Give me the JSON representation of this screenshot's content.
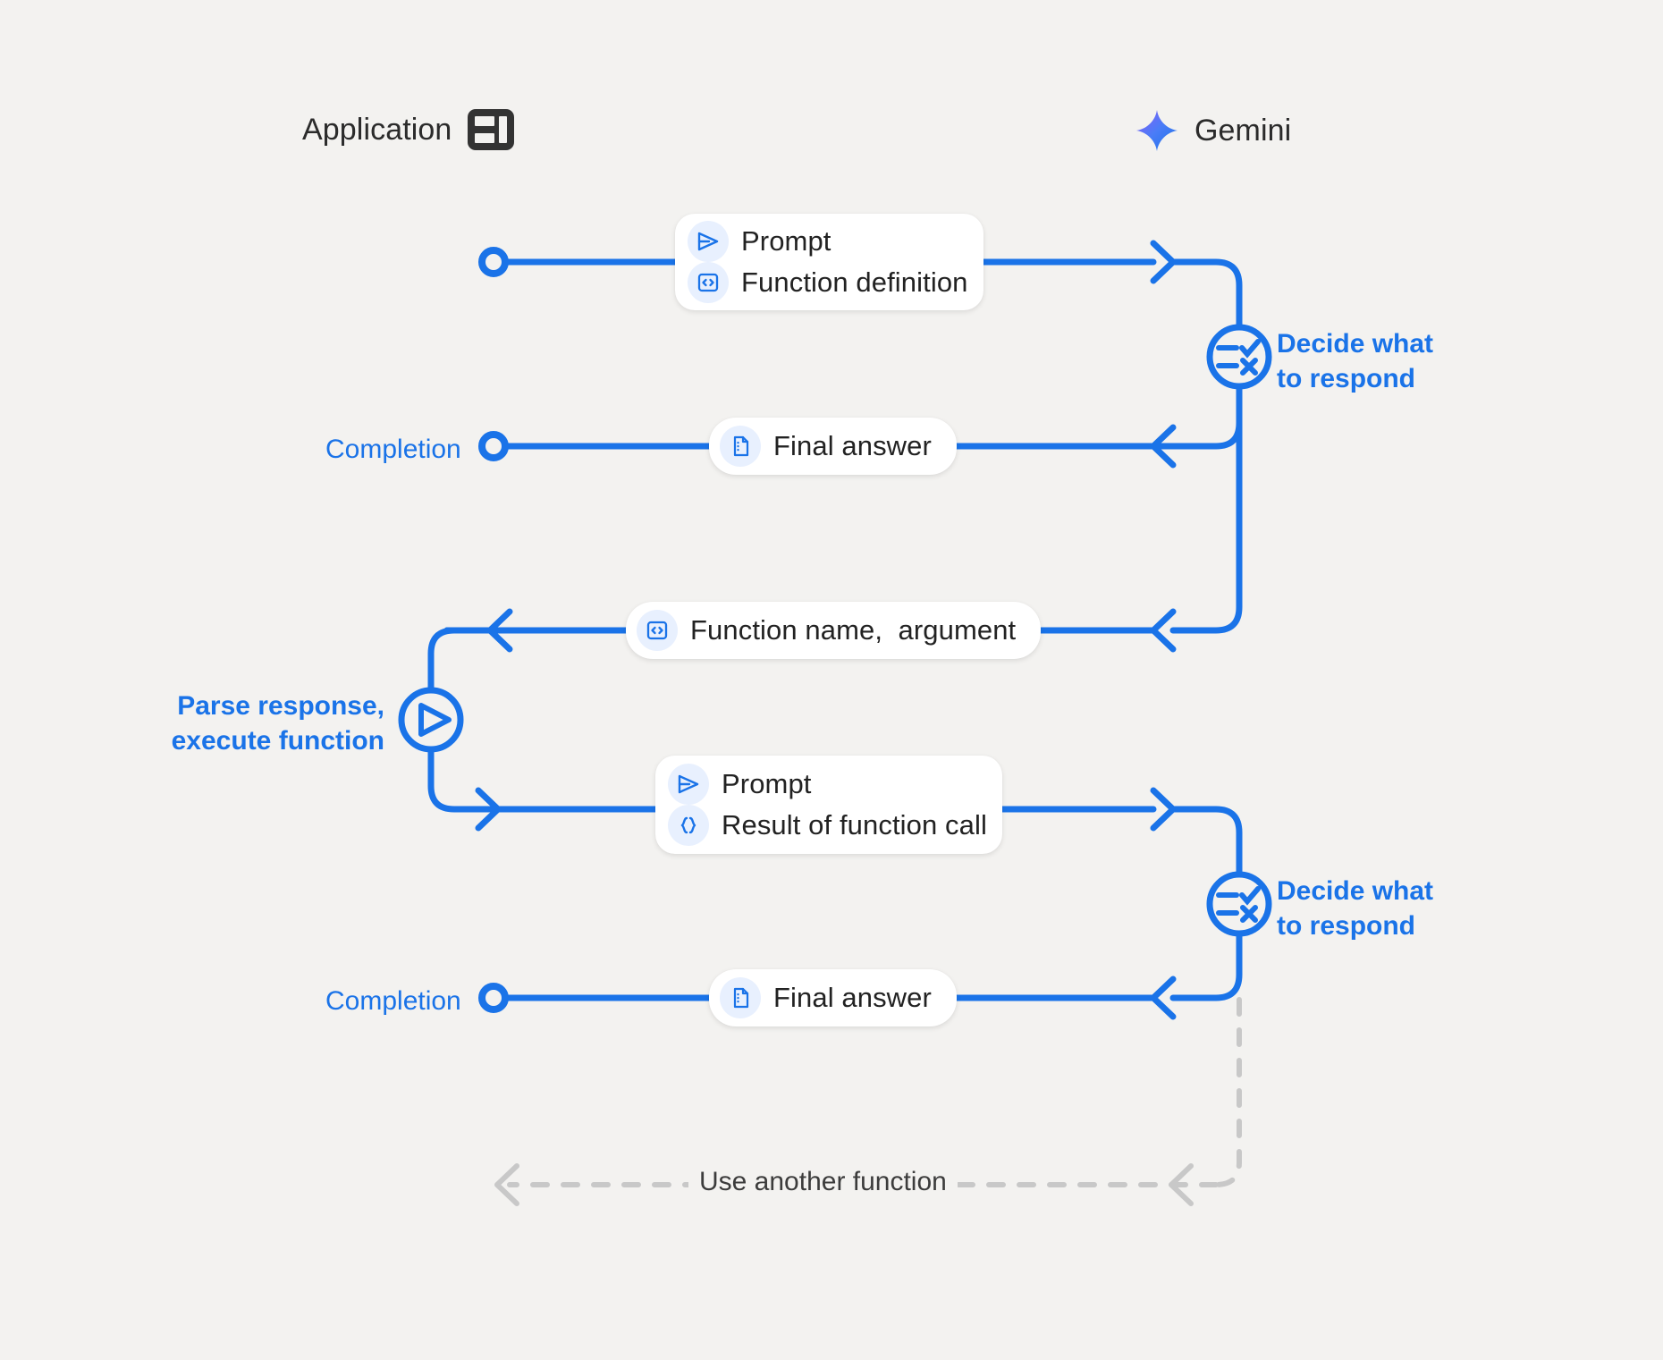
{
  "diagram": {
    "title_app": "Application",
    "title_gemini": "Gemini",
    "colors": {
      "accent_blue": "#1a73e8",
      "icon_bg": "#e8f0fe",
      "background": "#f3f2f0",
      "lifeline_gray": "#c4c4c4",
      "dashed_gray": "#c8c8c8",
      "text_dark": "#222222"
    },
    "icons": {
      "app": "dashboard-layout-icon",
      "gemini": "gemini-sparkle-icon",
      "prompt": "send-arrow-icon",
      "function_definition": "code-brackets-icon",
      "final_answer": "document-icon",
      "function_call": "code-brackets-icon",
      "function_result": "curly-braces-icon",
      "decide": "checklist-decision-icon",
      "execute": "play-circle-icon"
    },
    "messages": [
      {
        "id": "prompt-function-definition",
        "lines": [
          "Prompt",
          "Function definition"
        ],
        "direction": "app-to-gemini"
      },
      {
        "id": "final-answer-1",
        "lines": [
          "Final answer"
        ],
        "direction": "gemini-to-app"
      },
      {
        "id": "function-name-argument",
        "lines": [
          "Function name,  argument"
        ],
        "direction": "gemini-to-app"
      },
      {
        "id": "prompt-result-of-function-call",
        "lines": [
          "Prompt",
          "Result of function call"
        ],
        "direction": "app-to-gemini"
      },
      {
        "id": "final-answer-2",
        "lines": [
          "Final answer"
        ],
        "direction": "gemini-to-app"
      }
    ],
    "labels": {
      "completion_1": "Completion",
      "completion_2": "Completion",
      "decide_1": "Decide what\nto respond",
      "decide_2": "Decide what\nto respond",
      "parse_execute": "Parse response,\nexecute function",
      "use_another_function": "Use another function"
    }
  }
}
